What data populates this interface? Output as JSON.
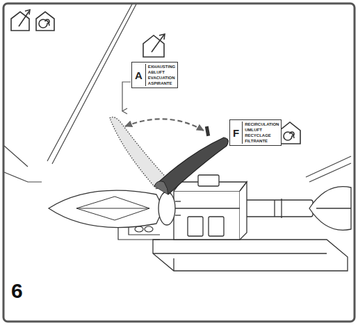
{
  "diagram": {
    "nodes": [
      {
        "text": [
          "A",
          "EXHAUSTING ABLUFT EVACUATION ASPIRANTE"
        ]
      },
      {
        "text": [
          "F",
          "RECIRCULATION UMLUFT RECYCLAGE FILTRANTE"
        ]
      }
    ],
    "labels": [
      "6"
    ]
  }
}
